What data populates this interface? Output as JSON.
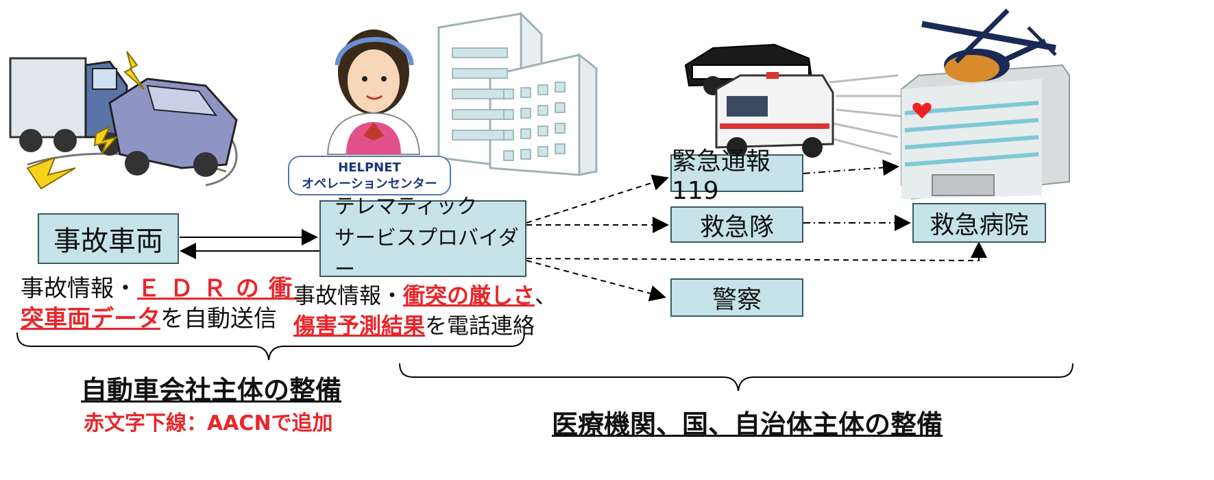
{
  "helpnet": {
    "line1": "HELPNET",
    "line2": "オペレーションセンター"
  },
  "nodes": {
    "vehicle": "事故車両",
    "provider_line1": "テレマティック",
    "provider_line2": "サービスプロバイダー",
    "emergency_call": "緊急通報119",
    "ambulance_team": "救急隊",
    "police": "警察",
    "hospital": "救急病院"
  },
  "captions": {
    "vehicle": {
      "prefix": "事故情報・",
      "edr": "ＥＤＲの衝",
      "line2_red": "突車両データ",
      "line2_rest": "を自動送信"
    },
    "provider": {
      "prefix": "事故情報・",
      "severity": "衝突の厳しさ",
      "comma": "、",
      "injury": "傷害予測結果",
      "rest": "を電話連絡"
    }
  },
  "groups": {
    "automaker": "自動車会社主体の整備",
    "aacn_note": "赤文字下線：AACNで追加",
    "public": "医療機関、国、自治体主体の整備"
  },
  "colors": {
    "box_fill": "#c5e3e8",
    "box_border": "#3a5a5e",
    "accent_red": "#e8262a"
  },
  "icons": [
    "crash-illustration-icon",
    "operator-icon",
    "office-building-icon",
    "emergency-vehicles-icon",
    "hospital-helicopter-icon"
  ]
}
